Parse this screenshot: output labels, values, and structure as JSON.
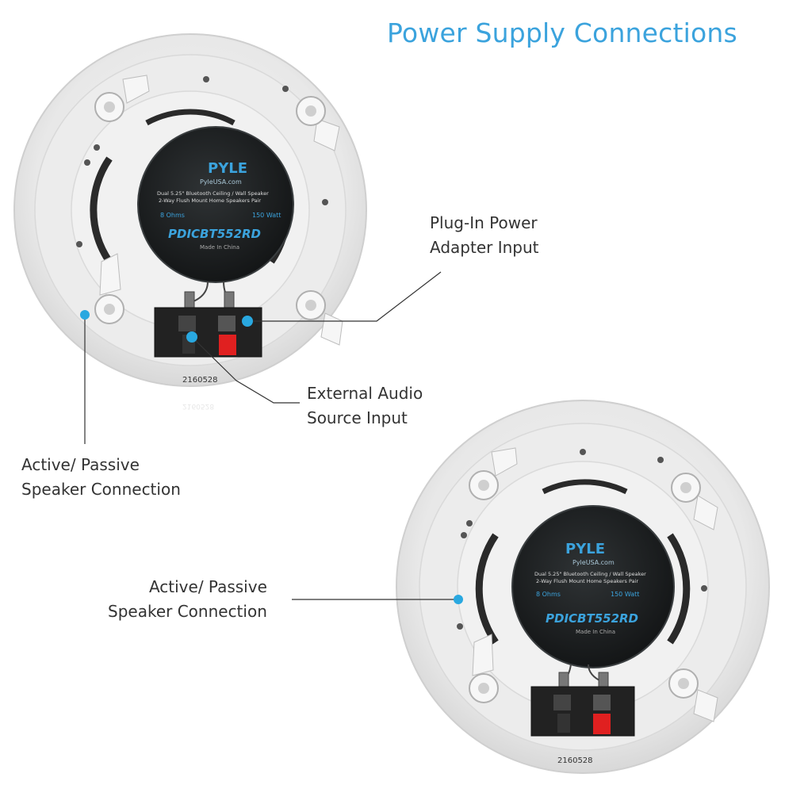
{
  "title": "Power Supply Connections",
  "callouts": {
    "plugin_power": [
      "Plug-In Power",
      "Adapter Input"
    ],
    "external_audio": [
      "External Audio",
      "Source Input"
    ],
    "active_passive_top": [
      "Active/ Passive",
      "Speaker Connection"
    ],
    "active_passive_bottom": [
      "Active/ Passive",
      "Speaker Connection"
    ]
  },
  "speaker_label": {
    "brand": "PYLE",
    "site": "PyleUSA.com",
    "description_1": "Dual 5.25\" Bluetooth Ceiling / Wall Speaker",
    "description_2": "2-Way Flush Mount Home Speakers Pair",
    "ohms": "8 Ohms",
    "watts": "150 Watt",
    "model": "PDICBT552RD",
    "origin": "Made In China"
  },
  "serial": "2160528",
  "colors": {
    "accent": "#3ba3dd",
    "callout_dot": "#29a8e0",
    "terminal_red": "#e02020"
  }
}
